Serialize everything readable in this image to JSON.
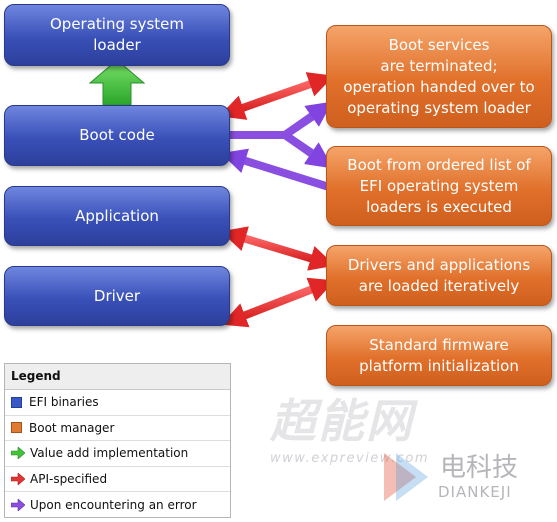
{
  "blocks": {
    "os_loader": "Operating system\nloader",
    "boot_code": "Boot code",
    "application": "Application",
    "driver": "Driver",
    "boot_services": "Boot services\nare terminated;\noperation handed over to\noperating system loader",
    "boot_ordered": "Boot from ordered list of\nEFI operating system\nloaders is executed",
    "drivers_apps": "Drivers and applications\nare loaded iteratively",
    "firmware_init": "Standard firmware\nplatform initialization"
  },
  "legend": {
    "title": "Legend",
    "efi_binaries": "EFI binaries",
    "boot_manager": "Boot manager",
    "value_add": "Value add implementation",
    "api_specified": "API-specified",
    "upon_error": "Upon encountering an error"
  },
  "watermark": {
    "main": "超能网",
    "url": "www.expreview.com",
    "cn": "电科技",
    "en": "DIANKEJI"
  },
  "colors": {
    "efi_blue": "#3a59c7",
    "boot_orange": "#e07a32",
    "value_add_green": "#44c23a",
    "api_red": "#e23636",
    "error_purple": "#8a4fe0"
  }
}
